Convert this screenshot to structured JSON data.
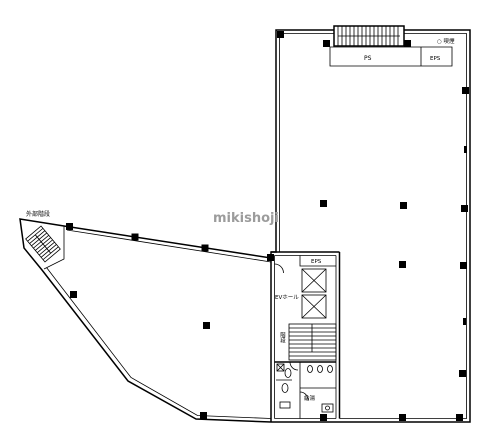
{
  "watermark": "mikishoji",
  "labels": {
    "external_stairs": "外部階段",
    "pipe_shaft": "PS",
    "eps_top": "EPS",
    "smoking": "○ 喫煙",
    "eps_core": "EPS",
    "ev_hall": "EVホール",
    "core_stairs": "階段",
    "kitchenette": "給湯"
  },
  "icons": {
    "elevator": "elevator-icon",
    "stairs": "stairs-icon",
    "column": "column-icon",
    "toilet": "toilet-icon",
    "sink": "sink-icon"
  },
  "colors": {
    "background": "#ffffff",
    "line": "#000000",
    "watermark": "#9c9c9c"
  }
}
